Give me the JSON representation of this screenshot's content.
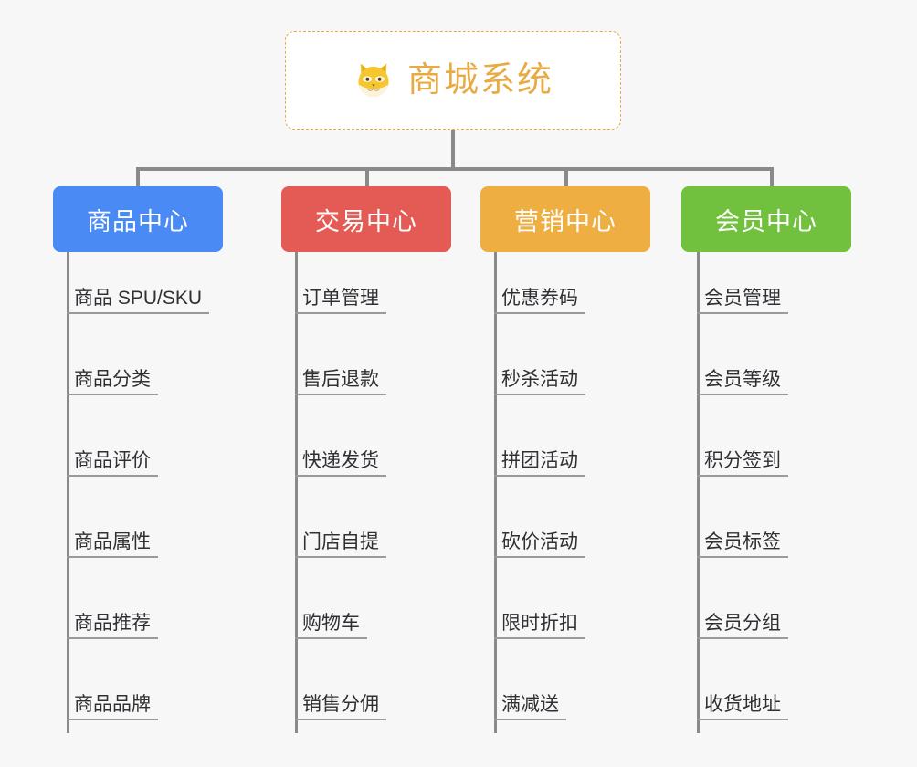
{
  "diagram": {
    "type": "mind-map",
    "background_color": "#f7f7f7",
    "root": {
      "title": "商城系统",
      "icon": "shiba-dog-face-icon",
      "text_color": "#e8ab43",
      "border_color": "#e8ab43",
      "background_color": "#ffffff"
    },
    "connector_color": "#8a8a8a",
    "branches": [
      {
        "label": "商品中心",
        "color": "#4a8af4",
        "items": [
          "商品 SPU/SKU",
          "商品分类",
          "商品评价",
          "商品属性",
          "商品推荐",
          "商品品牌"
        ]
      },
      {
        "label": "交易中心",
        "color": "#e45a54",
        "items": [
          "订单管理",
          "售后退款",
          "快递发货",
          "门店自提",
          "购物车",
          "销售分佣"
        ]
      },
      {
        "label": "营销中心",
        "color": "#eeae41",
        "items": [
          "优惠券码",
          "秒杀活动",
          "拼团活动",
          "砍价活动",
          "限时折扣",
          "满减送"
        ]
      },
      {
        "label": "会员中心",
        "color": "#72c13e",
        "items": [
          "会员管理",
          "会员等级",
          "积分签到",
          "会员标签",
          "会员分组",
          "收货地址"
        ]
      }
    ]
  }
}
